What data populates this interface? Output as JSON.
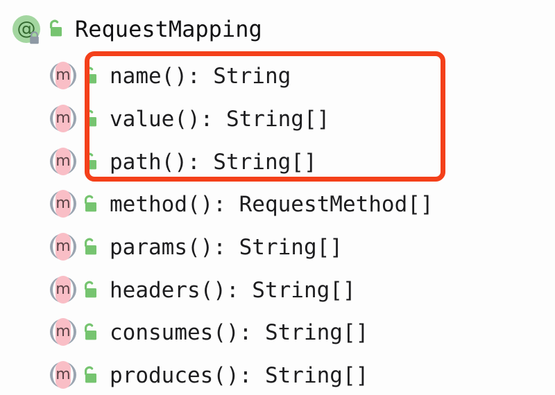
{
  "background_color": "#fdfdfd",
  "highlight": {
    "color": "#f4401a",
    "label": "highlighted-annotation-attributes"
  },
  "header": {
    "icon": "at-annotation-icon",
    "badge_icon": "lock-closed-badge-icon",
    "visibility_icon": "unlocked-padlock-icon",
    "visibility_color": "#76c470",
    "text": "RequestMapping"
  },
  "members": [
    {
      "icon": "method-icon",
      "visibility_icon": "unlocked-padlock-icon",
      "name": "name",
      "signature": "name(): String",
      "return_type": "String",
      "highlighted": true
    },
    {
      "icon": "method-icon",
      "visibility_icon": "unlocked-padlock-icon",
      "name": "value",
      "signature": "value(): String[]",
      "return_type": "String[]",
      "highlighted": true
    },
    {
      "icon": "method-icon",
      "visibility_icon": "unlocked-padlock-icon",
      "name": "path",
      "signature": "path(): String[]",
      "return_type": "String[]",
      "highlighted": true
    },
    {
      "icon": "method-icon",
      "visibility_icon": "unlocked-padlock-icon",
      "name": "method",
      "signature": "method(): RequestMethod[]",
      "return_type": "RequestMethod[]",
      "highlighted": false
    },
    {
      "icon": "method-icon",
      "visibility_icon": "unlocked-padlock-icon",
      "name": "params",
      "signature": "params(): String[]",
      "return_type": "String[]",
      "highlighted": false
    },
    {
      "icon": "method-icon",
      "visibility_icon": "unlocked-padlock-icon",
      "name": "headers",
      "signature": "headers(): String[]",
      "return_type": "String[]",
      "highlighted": false
    },
    {
      "icon": "method-icon",
      "visibility_icon": "unlocked-padlock-icon",
      "name": "consumes",
      "signature": "consumes(): String[]",
      "return_type": "String[]",
      "highlighted": false
    },
    {
      "icon": "method-icon",
      "visibility_icon": "unlocked-padlock-icon",
      "name": "produces",
      "signature": "produces(): String[]",
      "return_type": "String[]",
      "highlighted": false
    }
  ],
  "glyphs": {
    "at": "@",
    "m": "m"
  }
}
